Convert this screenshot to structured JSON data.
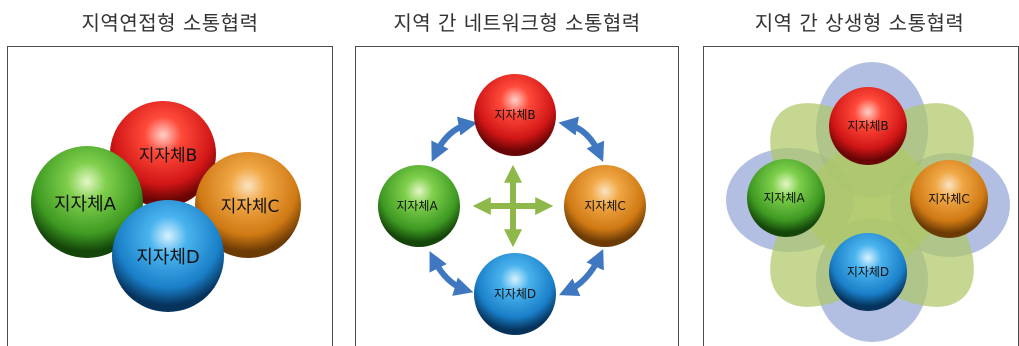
{
  "panels": [
    {
      "title": "지역연접형 소통협력",
      "spheres": {
        "a": "지자체A",
        "b": "지자체B",
        "c": "지자체C",
        "d": "지자체D"
      }
    },
    {
      "title": "지역 간 네트워크형 소통협력",
      "spheres": {
        "a": "지자체A",
        "b": "지자체B",
        "c": "지자체C",
        "d": "지자체D"
      }
    },
    {
      "title": "지역 간 상생형 소통협력",
      "spheres": {
        "a": "지자체A",
        "b": "지자체B",
        "c": "지자체C",
        "d": "지자체D"
      }
    }
  ],
  "colors": {
    "red": "#e02020",
    "green": "#4caf2a",
    "orange": "#e08a1e",
    "blue": "#1f8fd8",
    "arrow_blue": "#3f78c0",
    "arrow_green": "#8fb84a",
    "petal_blue": "#7f95d1",
    "petal_green": "#aec866"
  }
}
